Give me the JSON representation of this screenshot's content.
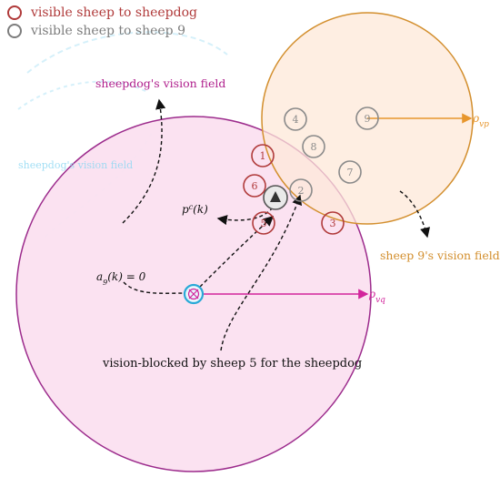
{
  "legend": [
    {
      "label": "visible sheep to sheepdog",
      "color": "#b03a3a"
    },
    {
      "label": "visible sheep to sheep 9",
      "color": "#7d7d7d"
    }
  ],
  "labels": {
    "sheepdog_vision": "sheepdog's vision field",
    "sheep9_vision": "sheep 9's vision field",
    "sheepdog_radius": "ρvq",
    "sheep_radius": "ρvp",
    "centroid": "pc(k)",
    "alignment": "a9(k) = 0",
    "blocked": "vision-blocked by sheep 5 for the sheepdog",
    "ghost_text": "sheepdog's vision field"
  },
  "sheep_dog_visible": [
    "1",
    "6",
    "5",
    "3"
  ],
  "sheep_9_visible": [
    "4",
    "8",
    "9",
    "7",
    "2"
  ],
  "colors": {
    "sheepdog_field_fill": "#fbe0f0",
    "sheepdog_field_stroke": "#9c2b8c",
    "sheep_field_fill": "#fde8d8",
    "sheep_field_stroke": "#d38f2e",
    "dog_marker": "#2aa9d7",
    "radius_dog": "#d2259c",
    "radius_sheep": "#e7962d"
  }
}
